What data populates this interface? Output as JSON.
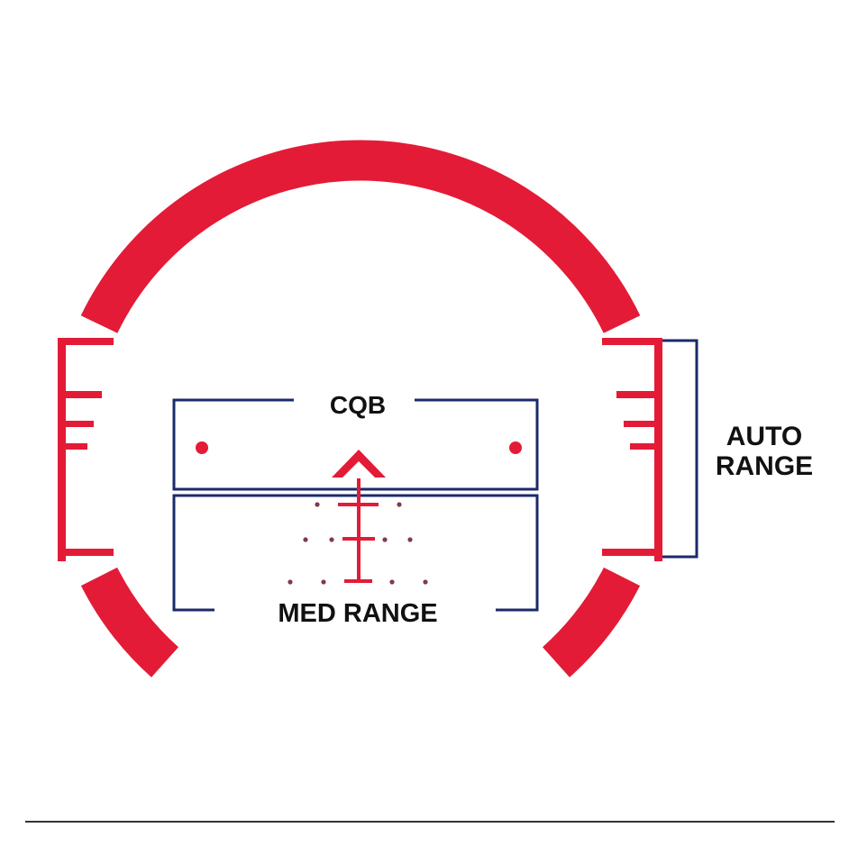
{
  "labels": {
    "cqb": "CQB",
    "med_range": "MED RANGE",
    "auto_range_line1": "AUTO",
    "auto_range_line2": "RANGE"
  },
  "colors": {
    "reticle_red": "#e31b36",
    "bracket_blue": "#1b2a6b",
    "dot_mauve": "#7d3a52",
    "text": "#111111",
    "rule": "#333333"
  }
}
